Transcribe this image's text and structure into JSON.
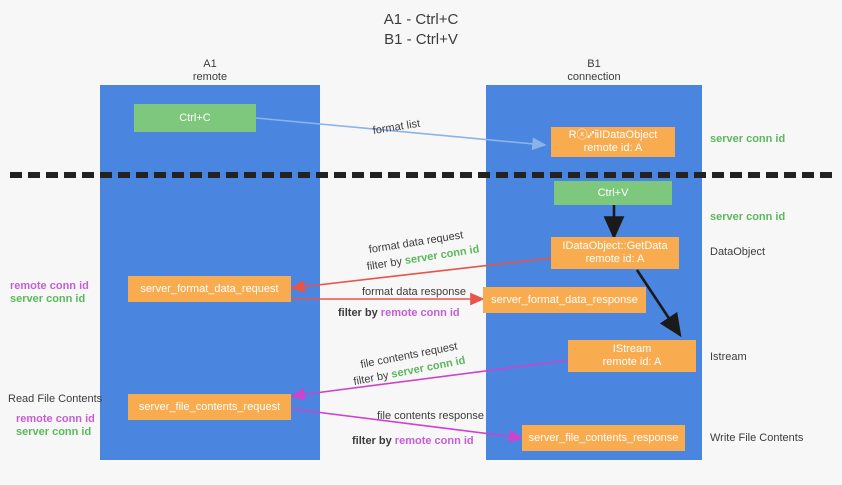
{
  "title": {
    "line1": "A1 - Ctrl+C",
    "line2": "B1 - Ctrl+V"
  },
  "lanes": [
    {
      "name": "A1",
      "sub": "remote"
    },
    {
      "name": "B1",
      "sub": "connection"
    }
  ],
  "boxes": {
    "ctrl_c": "Ctrl+C",
    "ctrl_v": "Ctrl+V",
    "register_dataobject": {
      "line1": "Rⓧ⑇ⅱIDataObject",
      "line2": "remote id: A"
    },
    "getdata": {
      "line1": "IDataObject::GetData",
      "line2": "remote id: A"
    },
    "istream": {
      "line1": "IStream",
      "line2": "remote id: A"
    },
    "server_format_data_request": "server_format_data_request",
    "server_format_data_response": "server_format_data_response",
    "server_file_contents_request": "server_file_contents_request",
    "server_file_contents_response": "server_file_contents_response"
  },
  "arrow_labels": {
    "format_list": "format list",
    "format_data_request": "format data request",
    "format_data_response": "format data response",
    "file_contents_request": "file contents request",
    "file_contents_response": "file contents response",
    "filter_by": "filter by",
    "server_conn_id": "server conn id",
    "remote_conn_id": "remote conn id"
  },
  "right_labels": {
    "server_conn_id_top": "server conn id",
    "server_conn_id_mid": "server conn id",
    "dataobject": "DataObject",
    "istream": "Istream",
    "write_file_contents": "Write File Contents"
  },
  "left_labels": {
    "remote_conn_id_1": "remote conn id",
    "server_conn_id_1": "server conn id",
    "read_file_contents": "Read File Contents",
    "remote_conn_id_2": "remote conn id",
    "server_conn_id_2": "server conn id"
  },
  "colors": {
    "lane": "#4a86e0",
    "green_box": "#7ec87e",
    "orange_box": "#f9ab50",
    "green_text": "#5cb85c",
    "purple_text": "#c45fd4",
    "red_arrow": "#e8534a",
    "magenta_arrow": "#cc44cc",
    "blue_arrow": "#8ab4e8",
    "dark_arrow": "#1a1a1a"
  }
}
